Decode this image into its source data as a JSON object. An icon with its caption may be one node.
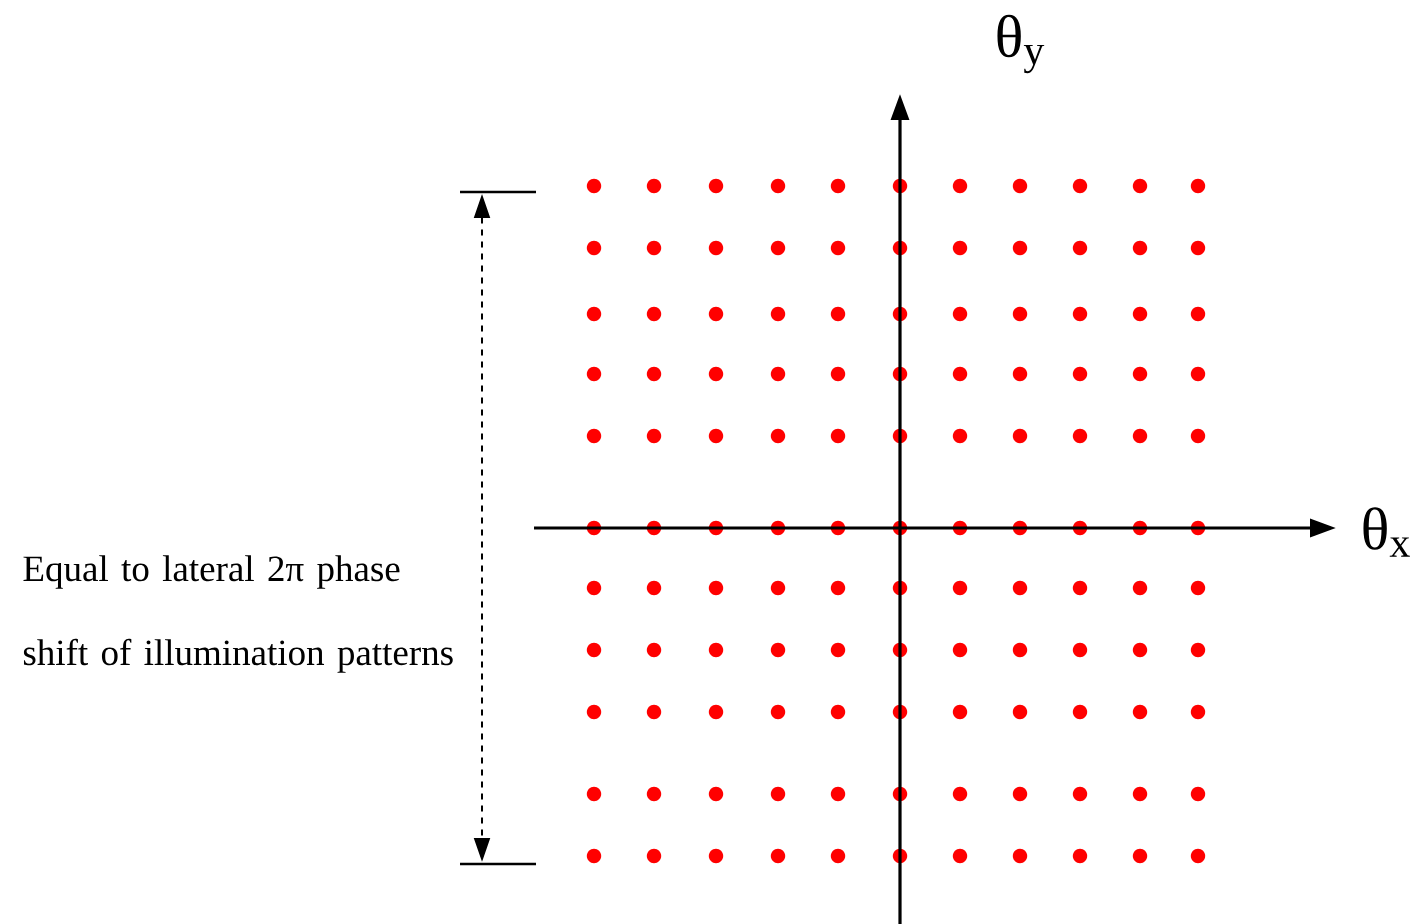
{
  "diagram": {
    "labels": [
      "θ$_{y}$",
      "θ$_{x}$",
      "Equal to lateral 2π phase shift of illumination patterns"
    ]
  }
}
